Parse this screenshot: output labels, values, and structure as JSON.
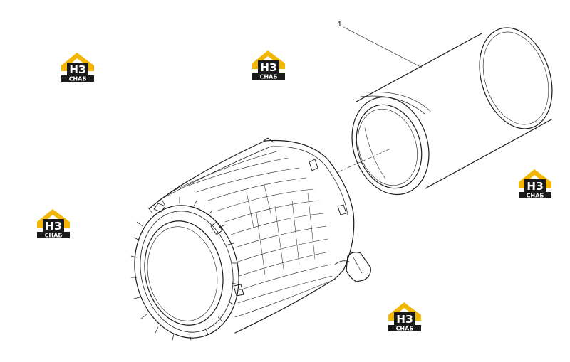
{
  "callouts": [
    {
      "label": "1"
    }
  ],
  "watermark": {
    "line1": "НЗ",
    "line2": "СНАБ",
    "colors": {
      "roof": "#f2b705",
      "dark": "#1a1a1a",
      "light": "#ffffff"
    }
  },
  "colors": {
    "line": "#1a1a1a",
    "background": "#ffffff"
  }
}
